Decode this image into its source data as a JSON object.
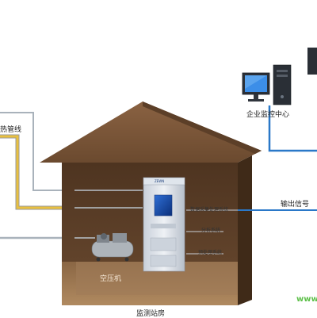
{
  "labels": {
    "heat_tracing_line": "热管线",
    "enterprise_monitor_center": "企业监控中心",
    "output_signal": "输出信号",
    "data_acquisition_system": "数据采集处理系统",
    "analysis_system": "分析系统",
    "pretreatment_system": "预处理系统",
    "air_compressor": "空压机",
    "monitoring_station": "监测站房",
    "cabinet_brand": "ZEWN",
    "watermark": "www"
  },
  "colors": {
    "house_roof": "#7a5434",
    "house_wall": "#5a3d26",
    "house_floor": "#9a7650",
    "heat_line": "#e8c040",
    "signal_line": "#2a78c8",
    "gray_line": "#9aa4ae",
    "cabinet": "#d7dde6",
    "watermark": "#5ec04a"
  },
  "icons": [
    "computer-icon",
    "server-icon",
    "air-compressor-icon",
    "analyzer-cabinet-icon"
  ]
}
